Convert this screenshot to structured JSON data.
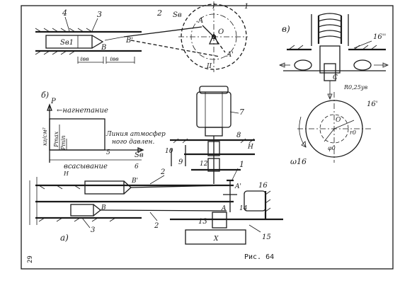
{
  "labels": {
    "part_4": "4",
    "part_3_top": "3",
    "part_2_top": "2",
    "s_b": "Sв",
    "s_b1": "Sв1",
    "b_top": "B",
    "b_prime_top": "B'",
    "l_bb": "ℓвв",
    "r_bb": "ℓвв",
    "crank_a": "A",
    "crank_a1": "A'",
    "crank_o": "O",
    "crank_i": "I",
    "crank_ii": "II",
    "crank_1": "1",
    "view_b": "в)",
    "part_16pp": "16''",
    "part_16p": "16'",
    "c_point": "C",
    "r_label": "R0,25ув",
    "omega": "ω16",
    "c_o": "O",
    "c_r": "r0",
    "c_phi": "φ0",
    "view_d": "б)",
    "p_axis": "P",
    "unit": "кг/см²",
    "nagnetanie": "←нагнетание",
    "pmax": "Pmax",
    "pmin": "Pmin",
    "liniya_1": "Линия атмосфер",
    "liniya_2": "ного давлен.",
    "num_5": "5",
    "sb_axis": "Sв",
    "vsasyvanie": "всасывание",
    "num_6": "6",
    "n_h": "H",
    "part_7": "7",
    "part_8": "8",
    "part_9": "9",
    "part_10": "10",
    "part_12": "12",
    "h_label": "H",
    "part_1_bottom": "1",
    "part_2_mid": "2",
    "b_prime_bottom": "B'",
    "a_prime_bottom": "A'",
    "b_bottom": "B",
    "a_bottom": "A",
    "part_14": "14",
    "part_16_bottom": "16",
    "part_15": "15",
    "part_13": "13",
    "x_label": "X",
    "part_2_bottom": "2",
    "part_3_bottom": "3",
    "view_a": "а)",
    "caption": "Рис. 64",
    "page_number": "29"
  }
}
